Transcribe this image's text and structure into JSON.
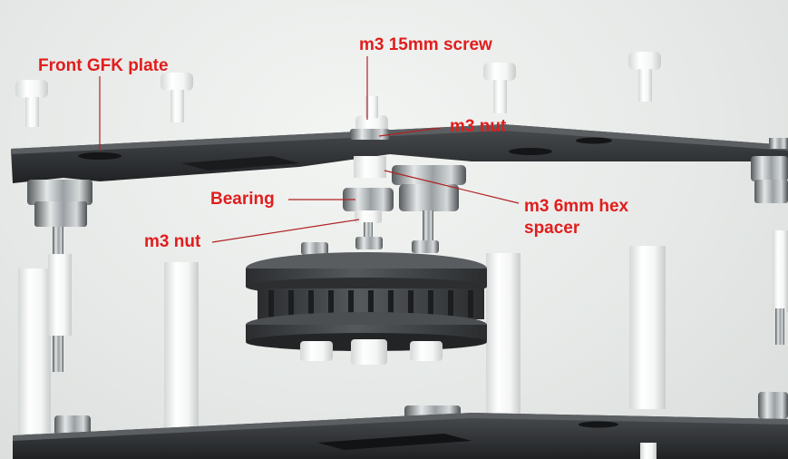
{
  "image": {
    "subject": "exploded 3D CAD assembly of a gear/bearing mechanism between two carbon plates"
  },
  "labels": {
    "front_plate": "Front GFK plate",
    "screw": "m3 15mm screw",
    "nut_top": "m3 nut",
    "bearing": "Bearing",
    "spacer": "m3 6mm hex spacer",
    "nut_bottom": "m3 nut"
  },
  "colors": {
    "label_text": "#e11d1d",
    "leader_lines": "#b02222",
    "plate": "#2d3033",
    "gear": "#3a3c3f",
    "spacer": "#f6f7f7"
  }
}
